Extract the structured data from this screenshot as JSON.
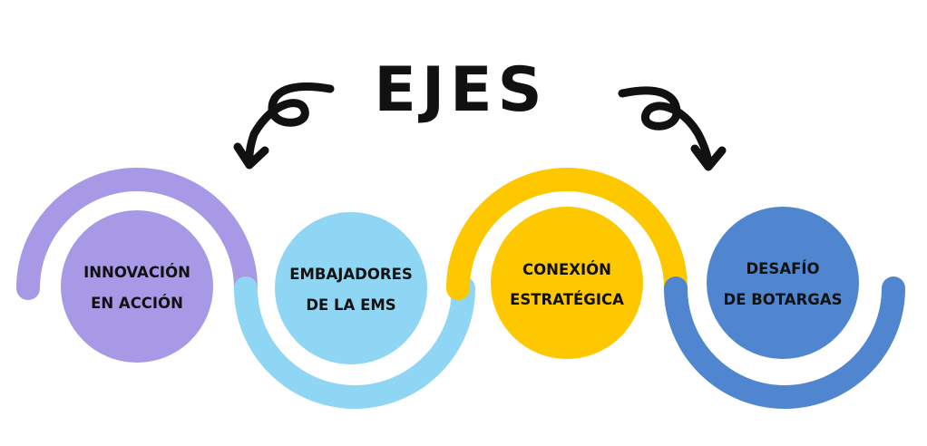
{
  "title": "EJES",
  "colors": {
    "purple": "#a899e6",
    "light_blue": "#8ed6f3",
    "yellow": "#fdc800",
    "blue": "#4f86cf",
    "ink": "#111111"
  },
  "nodes": [
    {
      "line1": "INNOVACIÓN",
      "line2": "EN ACCIÓN",
      "color": "#a899e6"
    },
    {
      "line1": "EMBAJADORES",
      "line2": "DE LA EMS",
      "color": "#8ed6f3"
    },
    {
      "line1": "CONEXIÓN",
      "line2": "ESTRATÉGICA",
      "color": "#fdc800"
    },
    {
      "line1": "DESAFÍO",
      "line2": "DE BOTARGAS",
      "color": "#4f86cf"
    }
  ],
  "icons": [
    "curly-arrow-left-icon",
    "curly-arrow-right-icon"
  ]
}
